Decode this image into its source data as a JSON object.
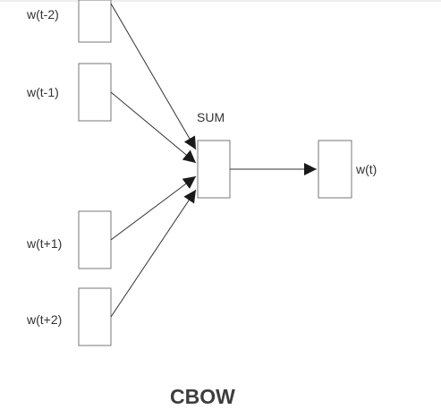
{
  "diagram": {
    "title": "CBOW",
    "sum_label": "SUM",
    "inputs": [
      {
        "label": "w(t-2)"
      },
      {
        "label": "w(t-1)"
      },
      {
        "label": "w(t+1)"
      },
      {
        "label": "w(t+2)"
      }
    ],
    "output": {
      "label": "w(t)"
    }
  },
  "colors": {
    "box_stroke": "#777777",
    "arrow": "#333333",
    "text": "#333333",
    "title": "#3d3d3d"
  }
}
